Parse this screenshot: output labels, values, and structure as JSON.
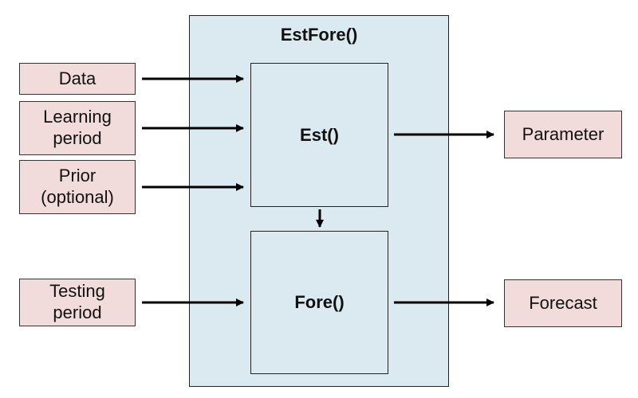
{
  "outer": {
    "title": "EstFore()"
  },
  "inner": {
    "est": "Est()",
    "fore": "Fore()"
  },
  "inputs": {
    "data": [
      "Data"
    ],
    "learning_period": [
      "Learning",
      "period"
    ],
    "prior": [
      "Prior",
      "(optional)"
    ],
    "testing_period": [
      "Testing",
      "period"
    ]
  },
  "outputs": {
    "parameter": "Parameter",
    "forecast": "Forecast"
  }
}
